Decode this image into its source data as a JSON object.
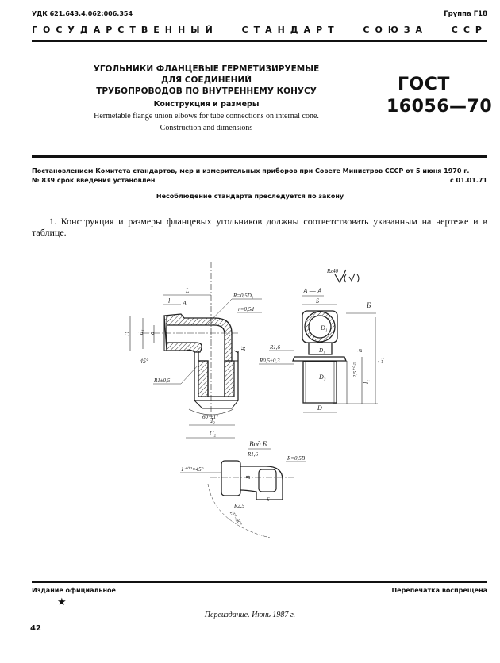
{
  "header": {
    "udk": "УДК 621.643.4.062:006.354",
    "group": "Группа Г18",
    "banner": [
      "ГОСУДАРСТВЕННЫЙ",
      "СТАНДАРТ",
      "СОЮЗА",
      "ССР"
    ]
  },
  "title": {
    "lines": [
      "УГОЛЬНИКИ ФЛАНЦЕВЫЕ ГЕРМЕТИЗИРУЕМЫЕ",
      "ДЛЯ СОЕДИНЕНИЙ",
      "ТРУБОПРОВОДОВ ПО ВНУТРЕННЕМУ КОНУСУ"
    ],
    "subtitle": "Конструкция и размеры",
    "english_1": "Hermetable flange union elbows for tube connections on internal cone.",
    "english_2": "Construction and dimensions"
  },
  "gost": {
    "label": "ГОСТ",
    "number": "16056—70"
  },
  "decree": {
    "line1": "Постановлением Комитета стандартов, мер и измерительных приборов при Совете Министров СССР от 5 июня 1970 г.",
    "line2": "№ 839 срок введения установлен",
    "effective_date": "с 01.01.71",
    "law_notice": "Несоблюдение стандарта преследуется по закону"
  },
  "body": {
    "paragraph_1": "1. Конструкция и размеры фланцевых угольников должны соответствовать указанным на чертеже и в таблице."
  },
  "drawing": {
    "roughness": "Rz40",
    "section_label": "А — А",
    "view_label": "Вид Б",
    "dims": {
      "L": "L",
      "l": "l",
      "A": "A",
      "D": "D",
      "d1": "d₁",
      "d": "d",
      "angle45": "45°",
      "R1": "R1±0,5",
      "R05D1": "R=0,5D₁",
      "r05d": "r=0,5d",
      "H": "H",
      "angle60": "60°±1°",
      "d2": "d₂",
      "C2": "C₂",
      "S": "S",
      "B": "Б",
      "D1": "D₁",
      "D3": "D₃",
      "R16": "R1,6",
      "R05": "R0,5±0,3",
      "h": "h",
      "L1": "L₁",
      "l1": "l₁",
      "dim25": "2,5⁺⁰·²⁵",
      "chamfer": "1⁺⁰·²×45°",
      "R16b": "R1,6",
      "R05B": "R=0,5B",
      "Bdim": "B",
      "K25": "R2,5",
      "S2": "S",
      "angle30": "15°–30°"
    }
  },
  "footer": {
    "official": "Издание официальное",
    "no_reprint": "Перепечатка воспрещена",
    "star": "★",
    "reissue": "Переиздание. Июнь 1987 г.",
    "page_number": "42"
  }
}
